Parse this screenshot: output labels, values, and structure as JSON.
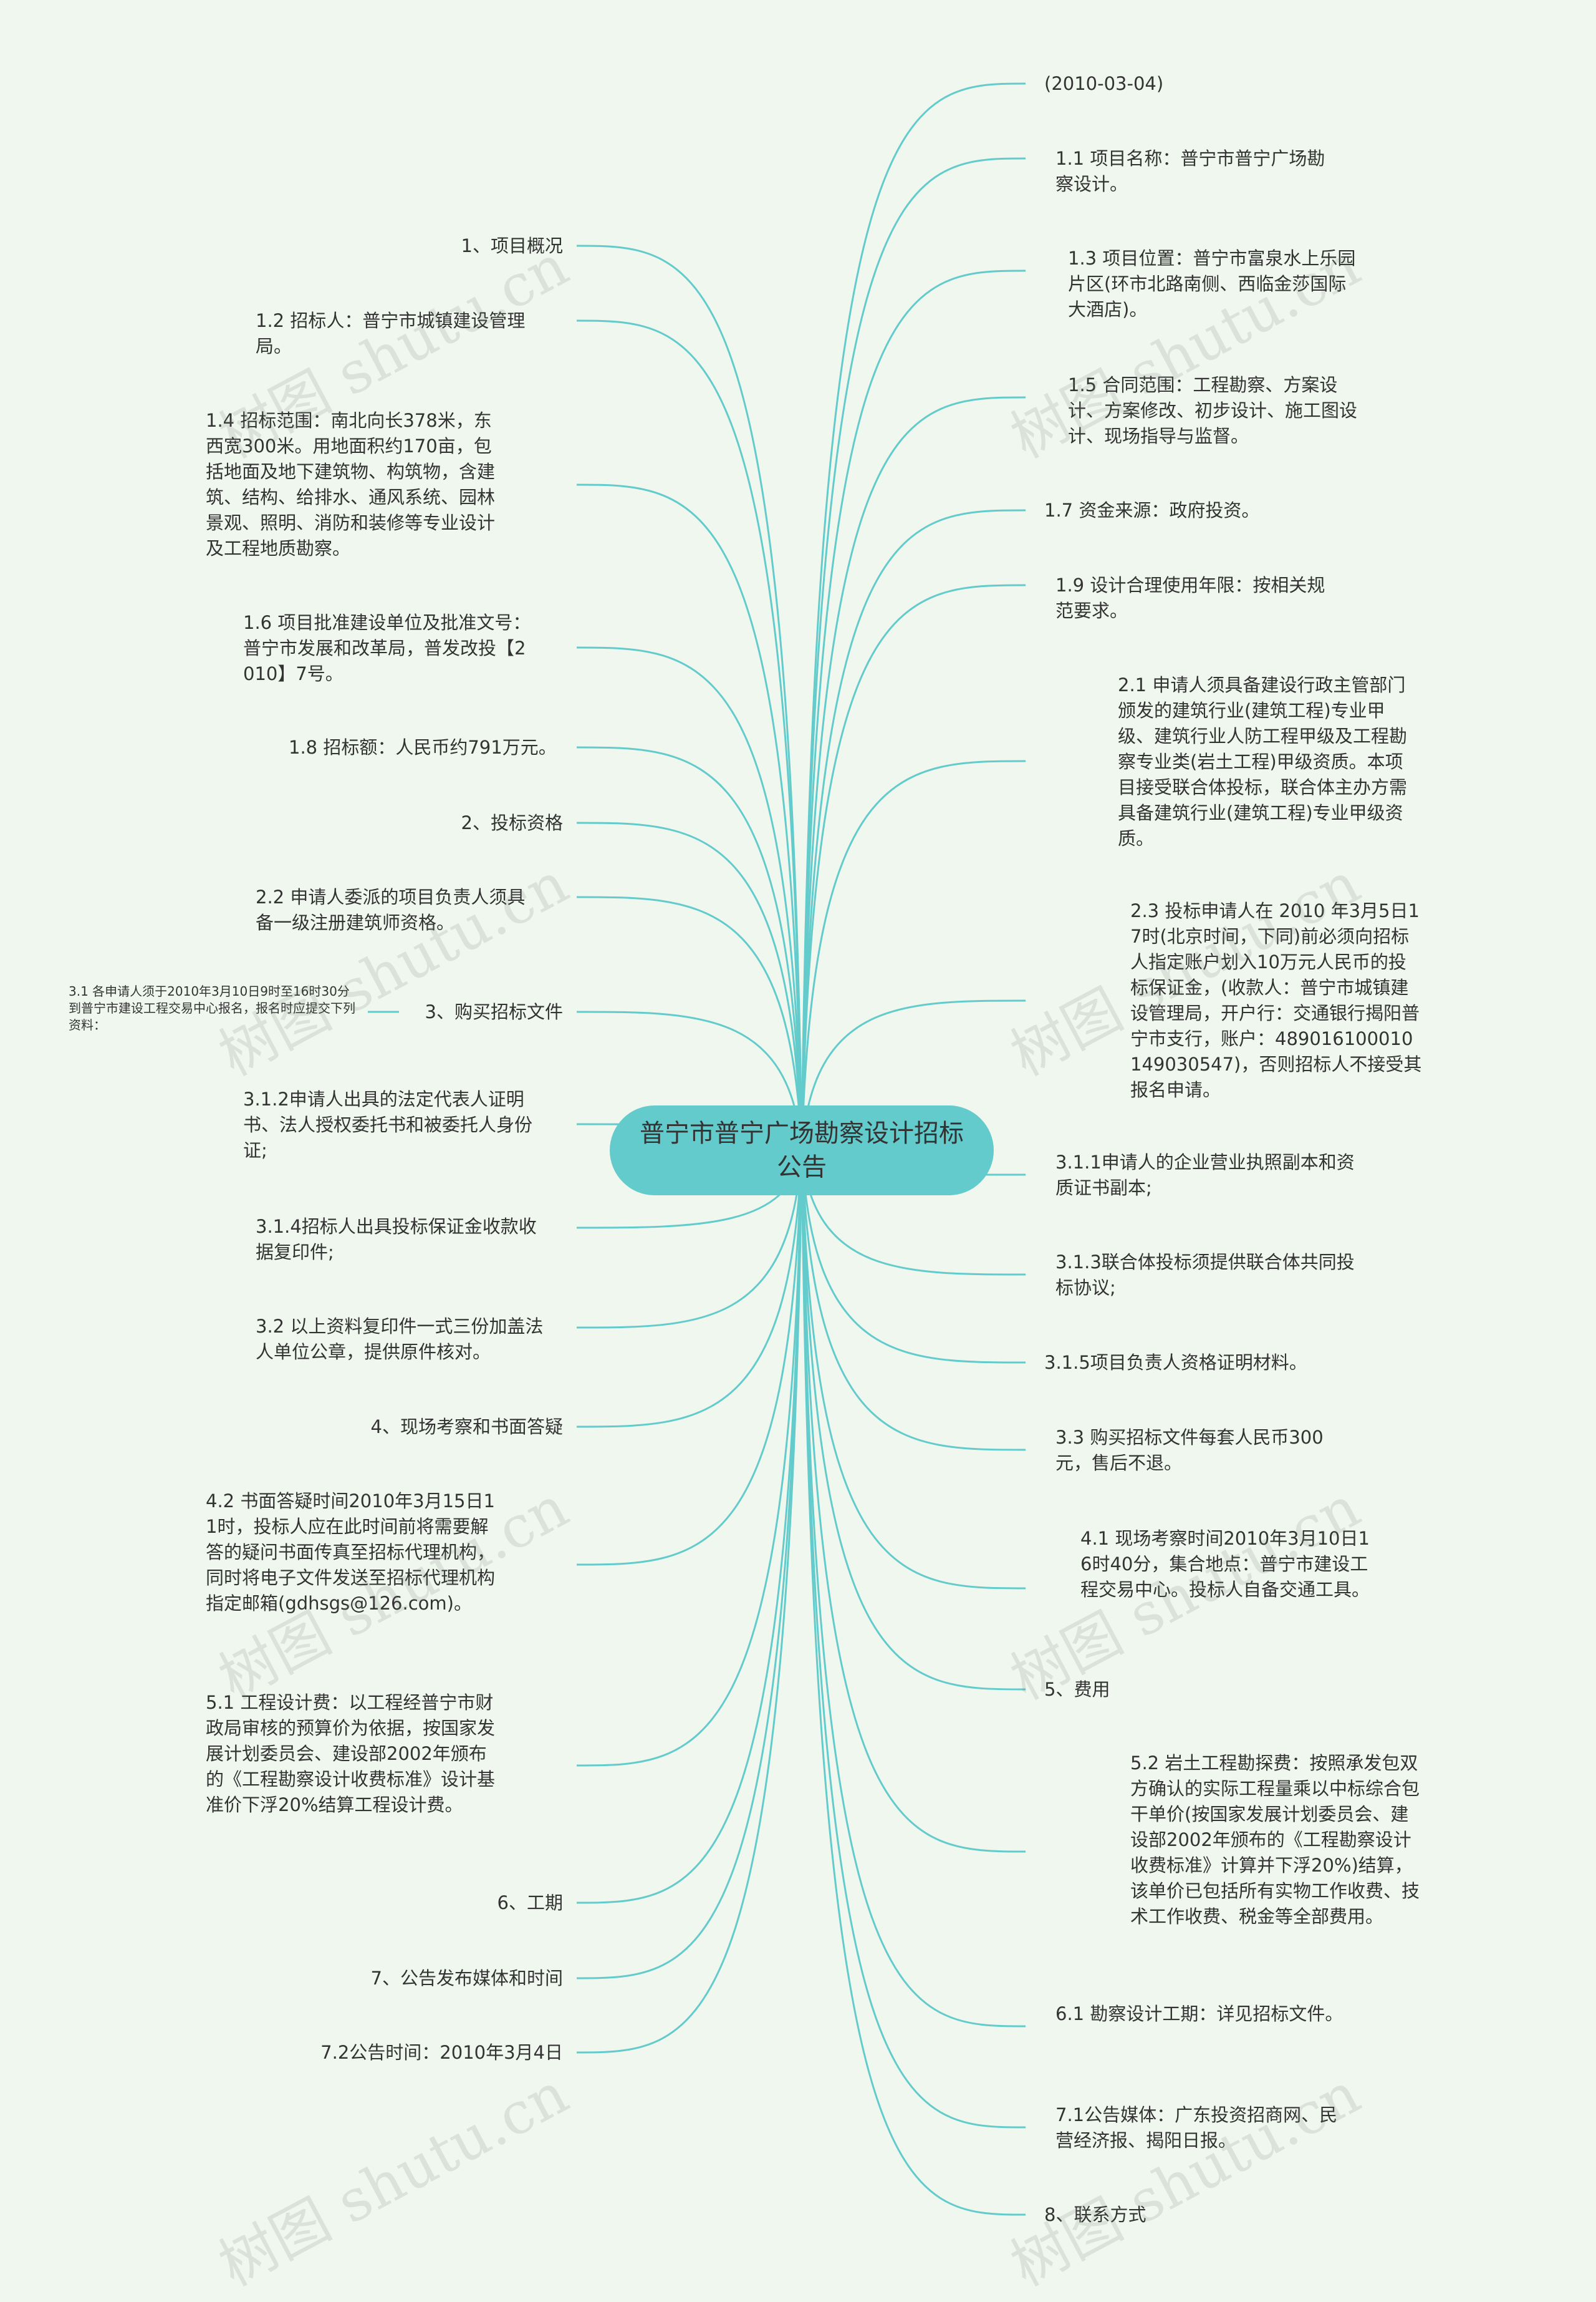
{
  "root": {
    "label": "普宁市普宁广场勘察设计招标公告"
  },
  "watermark": "树图 shutu.cn",
  "colors": {
    "background": "#eff7ee",
    "edge": "#63cbcb",
    "root_fill": "#63cbcb",
    "text": "#333333"
  },
  "left_nodes": [
    {
      "id": "n-1",
      "text": "1、项目概况"
    },
    {
      "id": "n-1-2",
      "text": "1.2 招标人：普宁市城镇建设管理局。"
    },
    {
      "id": "n-1-4",
      "text": "1.4 招标范围：南北向长378米，东西宽300米。用地面积约170亩，包括地面及地下建筑物、构筑物，含建筑、结构、给排水、通风系统、园林景观、照明、消防和装修等专业设计及工程地质勘察。"
    },
    {
      "id": "n-1-6",
      "text": "1.6 项目批准建设单位及批准文号：普宁市发展和改革局，普发改投【2010】7号。"
    },
    {
      "id": "n-1-8",
      "text": "1.8 招标额：人民币约791万元。"
    },
    {
      "id": "n-2",
      "text": "2、投标资格"
    },
    {
      "id": "n-2-2",
      "text": "2.2 申请人委派的项目负责人须具备一级注册建筑师资格。"
    },
    {
      "id": "n-3",
      "text": "3、购买招标文件"
    },
    {
      "id": "n-3-1-2",
      "text": "3.1.2申请人出具的法定代表人证明书、法人授权委托书和被委托人身份证;"
    },
    {
      "id": "n-3-1-4",
      "text": "3.1.4招标人出具投标保证金收款收据复印件;"
    },
    {
      "id": "n-3-2",
      "text": "3.2 以上资料复印件一式三份加盖法人单位公章，提供原件核对。"
    },
    {
      "id": "n-4",
      "text": "4、现场考察和书面答疑"
    },
    {
      "id": "n-4-2",
      "text": "4.2 书面答疑时间2010年3月15日11时，投标人应在此时间前将需要解答的疑问书面传真至招标代理机构，同时将电子文件发送至招标代理机构指定邮箱(gdhsgs@126.com)。"
    },
    {
      "id": "n-5-1",
      "text": "5.1 工程设计费：以工程经普宁市财政局审核的预算价为依据，按国家发展计划委员会、建设部2002年颁布的《工程勘察设计收费标准》设计基准价下浮20%结算工程设计费。"
    },
    {
      "id": "n-6",
      "text": "6、工期"
    },
    {
      "id": "n-7",
      "text": "7、公告发布媒体和时间"
    },
    {
      "id": "n-7-2",
      "text": "7.2公告时间：2010年3月4日"
    }
  ],
  "sub_nodes": [
    {
      "id": "n-3-1",
      "text": "3.1 各申请人须于2010年3月10日9时至16时30分到普宁市建设工程交易中心报名，报名时应提交下列资料："
    }
  ],
  "right_nodes": [
    {
      "id": "n-date",
      "text": "(2010-03-04)"
    },
    {
      "id": "n-1-1",
      "text": "1.1 项目名称：普宁市普宁广场勘察设计。"
    },
    {
      "id": "n-1-3",
      "text": "1.3 项目位置：普宁市富泉水上乐园片区(环市北路南侧、西临金莎国际大酒店)。"
    },
    {
      "id": "n-1-5",
      "text": "1.5 合同范围：工程勘察、方案设计、方案修改、初步设计、施工图设计、现场指导与监督。"
    },
    {
      "id": "n-1-7",
      "text": "1.7 资金来源：政府投资。"
    },
    {
      "id": "n-1-9",
      "text": "1.9 设计合理使用年限：按相关规范要求。"
    },
    {
      "id": "n-2-1",
      "text": "2.1 申请人须具备建设行政主管部门颁发的建筑行业(建筑工程)专业甲级、建筑行业人防工程甲级及工程勘察专业类(岩土工程)甲级资质。本项目接受联合体投标，联合体主办方需具备建筑行业(建筑工程)专业甲级资质。"
    },
    {
      "id": "n-2-3",
      "text": "2.3 投标申请人在 2010 年3月5日17时(北京时间，下同)前必须向招标人指定账户划入10万元人民币的投标保证金，(收款人：普宁市城镇建设管理局，开户行：交通银行揭阳普宁市支行，账户：489016100010149030547)，否则招标人不接受其报名申请。"
    },
    {
      "id": "n-3-1-1",
      "text": "3.1.1申请人的企业营业执照副本和资质证书副本;"
    },
    {
      "id": "n-3-1-3",
      "text": "3.1.3联合体投标须提供联合体共同投标协议;"
    },
    {
      "id": "n-3-1-5",
      "text": "3.1.5项目负责人资格证明材料。"
    },
    {
      "id": "n-3-3",
      "text": "3.3 购买招标文件每套人民币300元，售后不退。"
    },
    {
      "id": "n-4-1",
      "text": "4.1 现场考察时间2010年3月10日16时40分，集合地点：普宁市建设工程交易中心。投标人自备交通工具。"
    },
    {
      "id": "n-5",
      "text": "5、费用"
    },
    {
      "id": "n-5-2",
      "text": "5.2 岩土工程勘探费：按照承发包双方确认的实际工程量乘以中标综合包干单价(按国家发展计划委员会、建设部2002年颁布的《工程勘察设计收费标准》计算并下浮20%)结算，该单价已包括所有实物工作收费、技术工作收费、税金等全部费用。"
    },
    {
      "id": "n-6-1",
      "text": "6.1 勘察设计工期：详见招标文件。"
    },
    {
      "id": "n-7-1",
      "text": "7.1公告媒体：广东投资招商网、民营经济报、揭阳日报。"
    },
    {
      "id": "n-8",
      "text": "8、联系方式"
    }
  ]
}
